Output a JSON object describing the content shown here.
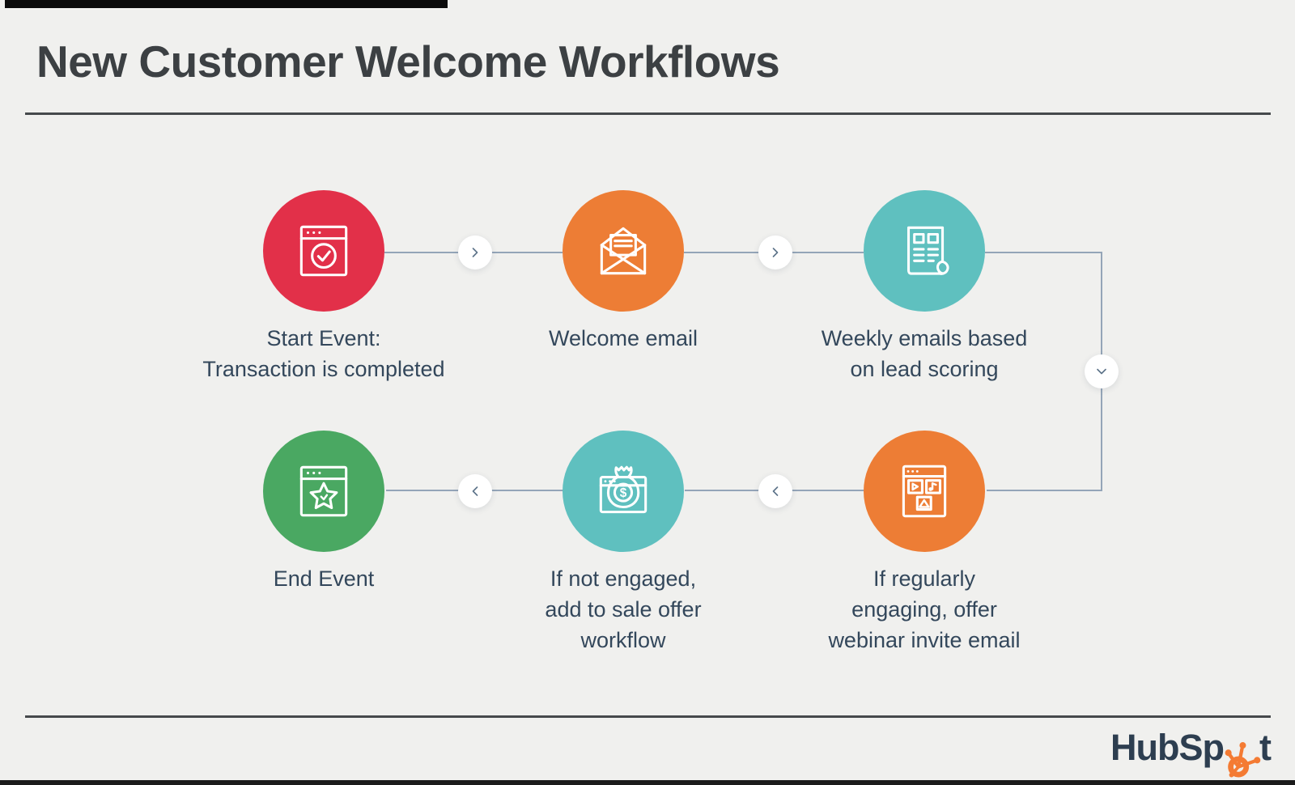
{
  "header": {
    "title": "New Customer Welcome Workflows"
  },
  "colors": {
    "background": "#f0f0ee",
    "node_red": "#e23049",
    "node_orange": "#ed7d35",
    "node_teal": "#5fc0bf",
    "node_green": "#4aa862",
    "connector_line": "#94a5b8",
    "label_text": "#33475b",
    "logo_navy": "#2d3e50",
    "logo_orange": "#f47b33"
  },
  "nodes": [
    {
      "id": "start-event",
      "color": "#e23049",
      "icon": "browser-check-icon",
      "label": [
        "Start Event:",
        "Transaction is completed"
      ]
    },
    {
      "id": "welcome-email",
      "color": "#ed7d35",
      "icon": "open-envelope-icon",
      "label": [
        "Welcome email"
      ]
    },
    {
      "id": "weekly-emails",
      "color": "#5fc0bf",
      "icon": "newsletter-icon",
      "label": [
        "Weekly emails based",
        "on lead scoring"
      ]
    },
    {
      "id": "end-event",
      "color": "#4aa862",
      "icon": "browser-star-icon",
      "label": [
        "End Event"
      ]
    },
    {
      "id": "sale-offer",
      "color": "#5fc0bf",
      "icon": "money-bag-icon",
      "label": [
        "If not engaged,",
        "add to sale offer",
        "workflow"
      ]
    },
    {
      "id": "webinar-invite",
      "color": "#ed7d35",
      "icon": "browser-media-icon",
      "label": [
        "If regularly",
        "engaging, offer",
        "webinar invite email"
      ]
    }
  ],
  "connectors": [
    {
      "from": "start-event",
      "to": "welcome-email",
      "arrow": "right"
    },
    {
      "from": "welcome-email",
      "to": "weekly-emails",
      "arrow": "right"
    },
    {
      "from": "weekly-emails",
      "to": "webinar-invite",
      "arrow": "down"
    },
    {
      "from": "webinar-invite",
      "to": "sale-offer",
      "arrow": "left"
    },
    {
      "from": "sale-offer",
      "to": "end-event",
      "arrow": "left"
    }
  ],
  "footer": {
    "brand_prefix": "HubSp",
    "brand_suffix": "t",
    "logo_icon": "hubspot-sprocket-icon"
  }
}
